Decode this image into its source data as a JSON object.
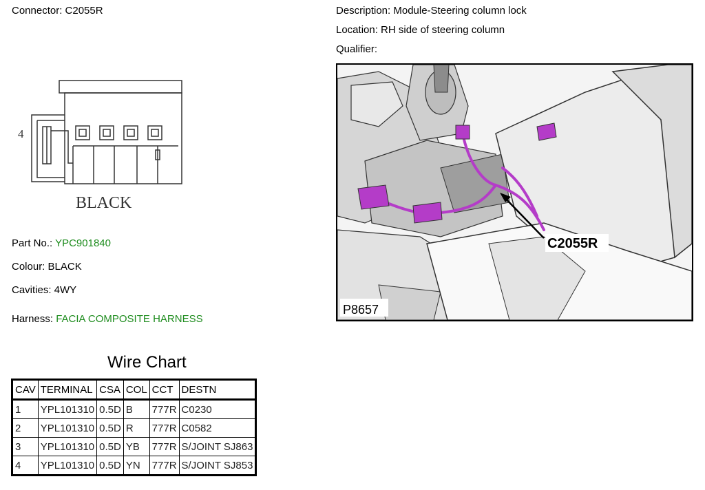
{
  "header": {
    "connector_label": "Connector: C2055R",
    "description_label": "Description: Module-Steering column lock",
    "location_label": "Location: RH side of steering column",
    "qualifier_label": "Qualifier:"
  },
  "connector_diagram": {
    "pin_label": "4",
    "color_label": "BLACK"
  },
  "details": {
    "part_no_label": "Part No.: ",
    "part_no_value": "YPC901840",
    "colour_label": "Colour: BLACK",
    "cavities_label": "Cavities: 4WY",
    "harness_label": "Harness: ",
    "harness_value": "FACIA COMPOSITE HARNESS"
  },
  "photo": {
    "callout": "C2055R",
    "ref": "P8657",
    "highlight_color": "#b43cc8"
  },
  "wire_chart": {
    "title": "Wire Chart",
    "columns": [
      "CAV",
      "TERMINAL",
      "CSA",
      "COL",
      "CCT",
      "DESTN"
    ],
    "rows": [
      [
        "1",
        "YPL101310",
        "0.5D",
        "B",
        "777R",
        "C0230"
      ],
      [
        "2",
        "YPL101310",
        "0.5D",
        "R",
        "777R",
        "C0582"
      ],
      [
        "3",
        "YPL101310",
        "0.5D",
        "YB",
        "777R",
        "S/JOINT SJ863"
      ],
      [
        "4",
        "YPL101310",
        "0.5D",
        "YN",
        "777R",
        "S/JOINT SJ853"
      ]
    ]
  }
}
